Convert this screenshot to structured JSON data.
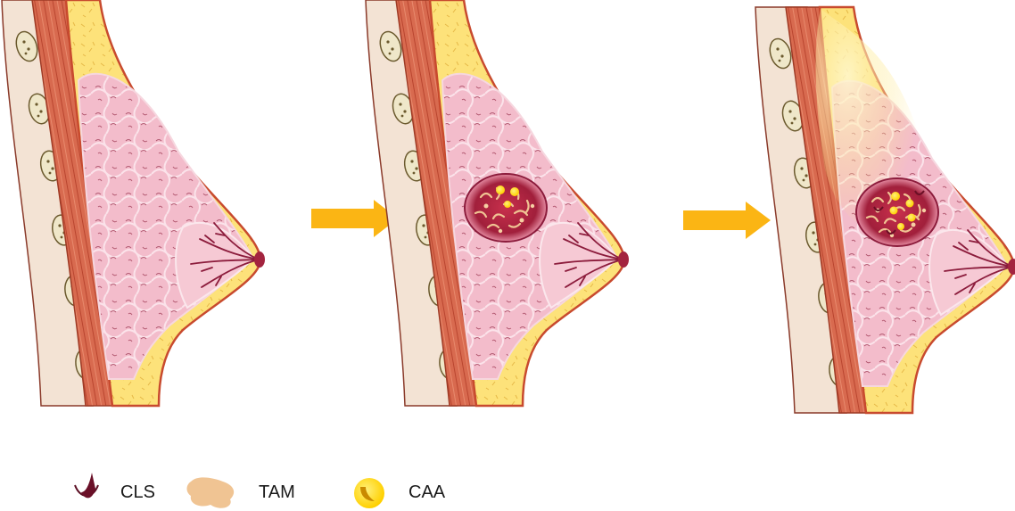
{
  "legend": {
    "items": [
      {
        "label": "CLS",
        "icon": "crown-like-structure-icon"
      },
      {
        "label": "TAM",
        "icon": "macrophage-icon"
      },
      {
        "label": "CAA",
        "icon": "adipocyte-icon"
      }
    ]
  },
  "colors": {
    "skin_dark": "#b8432a",
    "muscle": "#d4634a",
    "fat_yellow": "#fde27a",
    "fat_light": "#fff3b8",
    "gland_pink": "#f2b8c6",
    "gland_line": "#b0566e",
    "duct_red": "#8c1c3c",
    "tumor_core": "#b72a45",
    "arrow_orange": "#fbb514",
    "tam_tan": "#f0c493",
    "caa_yellow": "#ffd400"
  },
  "panels": [
    {
      "stage": "normal",
      "tumor": false
    },
    {
      "stage": "tumor",
      "tumor": true
    },
    {
      "stage": "inflamed-tumor",
      "tumor": true
    }
  ]
}
